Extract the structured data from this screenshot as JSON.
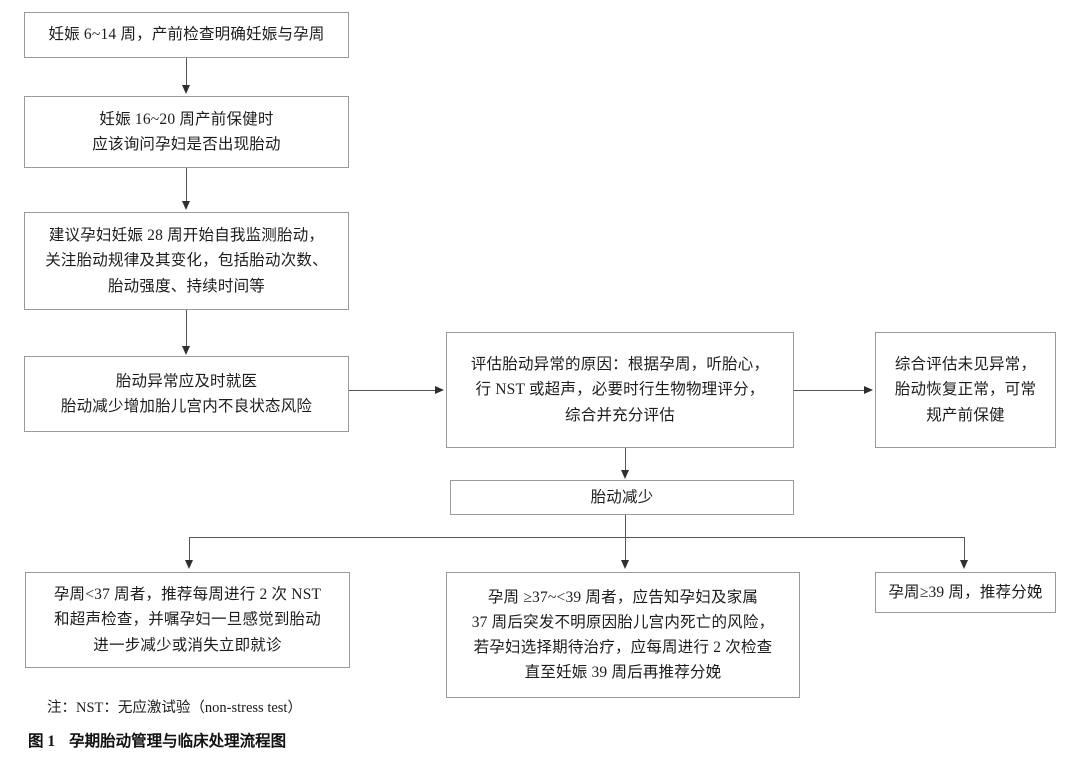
{
  "figure": {
    "caption_number": "图 1",
    "caption_title": "孕期胎动管理与临床处理流程图",
    "note": "注：NST：无应激试验（non-stress test）"
  },
  "nodes": {
    "n1": {
      "lines": [
        "妊娠 6~14 周，产前检查明确妊娠与孕周"
      ]
    },
    "n2": {
      "lines": [
        "妊娠 16~20 周产前保健时",
        "应该询问孕妇是否出现胎动"
      ]
    },
    "n3": {
      "lines": [
        "建议孕妇妊娠 28 周开始自我监测胎动，",
        "关注胎动规律及其变化，包括胎动次数、",
        "胎动强度、持续时间等"
      ]
    },
    "n4": {
      "lines": [
        "胎动异常应及时就医",
        "胎动减少增加胎儿宫内不良状态风险"
      ]
    },
    "n5": {
      "lines": [
        "评估胎动异常的原因：根据孕周，听胎心，",
        "行 NST 或超声，必要时行生物物理评分，",
        "综合并充分评估"
      ]
    },
    "n6": {
      "lines": [
        "综合评估未见异常，",
        "胎动恢复正常，可常",
        "规产前保健"
      ]
    },
    "n7": {
      "lines": [
        "胎动减少"
      ]
    },
    "n8": {
      "lines": [
        "孕周<37 周者，推荐每周进行 2 次 NST",
        "和超声检查，并嘱孕妇一旦感觉到胎动",
        "进一步减少或消失立即就诊"
      ]
    },
    "n9": {
      "lines": [
        "孕周 ≥37~<39 周者，应告知孕妇及家属",
        "37 周后突发不明原因胎儿宫内死亡的风险，",
        "若孕妇选择期待治疗，应每周进行 2 次检查",
        "直至妊娠 39 周后再推荐分娩"
      ]
    },
    "n10": {
      "lines": [
        "孕周≥39 周，推荐分娩"
      ]
    }
  },
  "flow": {
    "type": "flowchart",
    "orientation": "top-down-with-branches",
    "edges": [
      {
        "from": "n1",
        "to": "n2",
        "direction": "down"
      },
      {
        "from": "n2",
        "to": "n3",
        "direction": "down"
      },
      {
        "from": "n3",
        "to": "n4",
        "direction": "down"
      },
      {
        "from": "n4",
        "to": "n5",
        "direction": "right"
      },
      {
        "from": "n5",
        "to": "n6",
        "direction": "right"
      },
      {
        "from": "n5",
        "to": "n7",
        "direction": "down"
      },
      {
        "from": "n7",
        "to": "n8",
        "direction": "branch-left"
      },
      {
        "from": "n7",
        "to": "n9",
        "direction": "branch-center"
      },
      {
        "from": "n7",
        "to": "n10",
        "direction": "branch-right"
      }
    ]
  },
  "style": {
    "box_border": "#9a9a9a",
    "line_color": "#55565a",
    "arrow_color": "#2e2f31",
    "text_color": "#1c1c1c",
    "background": "#ffffff"
  }
}
